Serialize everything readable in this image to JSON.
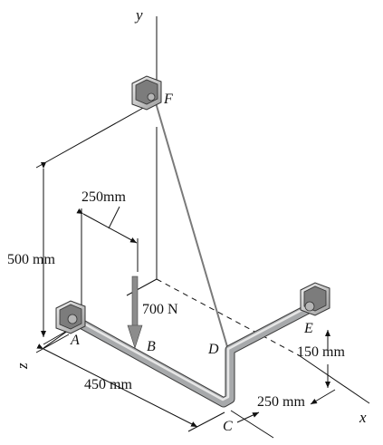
{
  "axes": {
    "y": "y",
    "x": "x",
    "z": "z"
  },
  "points": {
    "A": "A",
    "B": "B",
    "C": "C",
    "D": "D",
    "E": "E",
    "F": "F"
  },
  "dimensions": {
    "height_AF": "500 mm",
    "dist_AB": "250mm",
    "len_AC": "450 mm",
    "len_CD": "250 mm",
    "height_E": "150 mm"
  },
  "load": {
    "label": "700 N"
  },
  "colors": {
    "pipe": "#9a9c9e",
    "pipe_highlight": "#e6e6e6",
    "cable": "#7a7a7a",
    "line": "#111111",
    "force": "#8c8c8c"
  }
}
